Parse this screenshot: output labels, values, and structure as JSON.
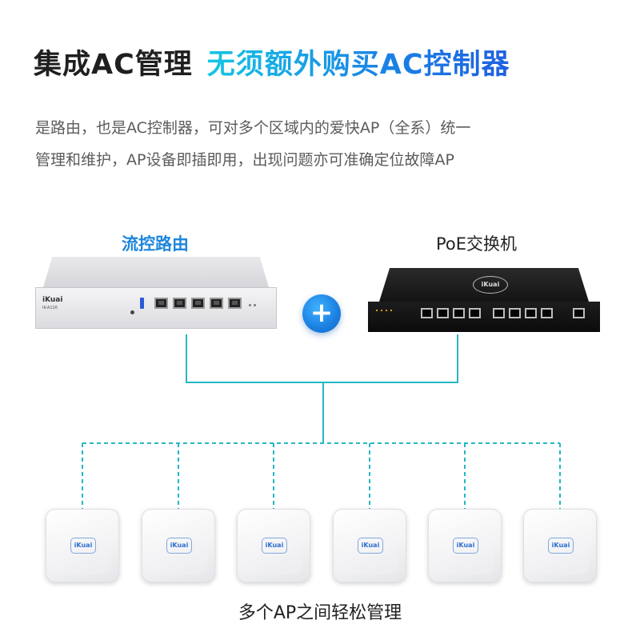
{
  "title": {
    "part1": "集成AC管理",
    "part2": "无须额外购买AC控制器"
  },
  "description": {
    "line1": "是路由，也是AC控制器，可对多个区域内的爱快AP（全系）统一",
    "line2": "管理和维护，AP设备即插即用，出现问题亦可准确定位故障AP"
  },
  "router": {
    "label": "流控路由",
    "brand": "iKuai",
    "model": "IK-A126"
  },
  "switch": {
    "label": "PoE交换机",
    "brand": "iKuai"
  },
  "plus_symbol": "+",
  "ap_brand": "iKuai",
  "ap_count": 6,
  "footer": "多个AP之间轻松管理",
  "colors": {
    "accent_cyan": "#15c6e4",
    "accent_blue": "#1a86e6",
    "connector_line": "#25b7c4",
    "router_label": "#1f86db"
  },
  "icons": {
    "plus": "plus-icon"
  }
}
